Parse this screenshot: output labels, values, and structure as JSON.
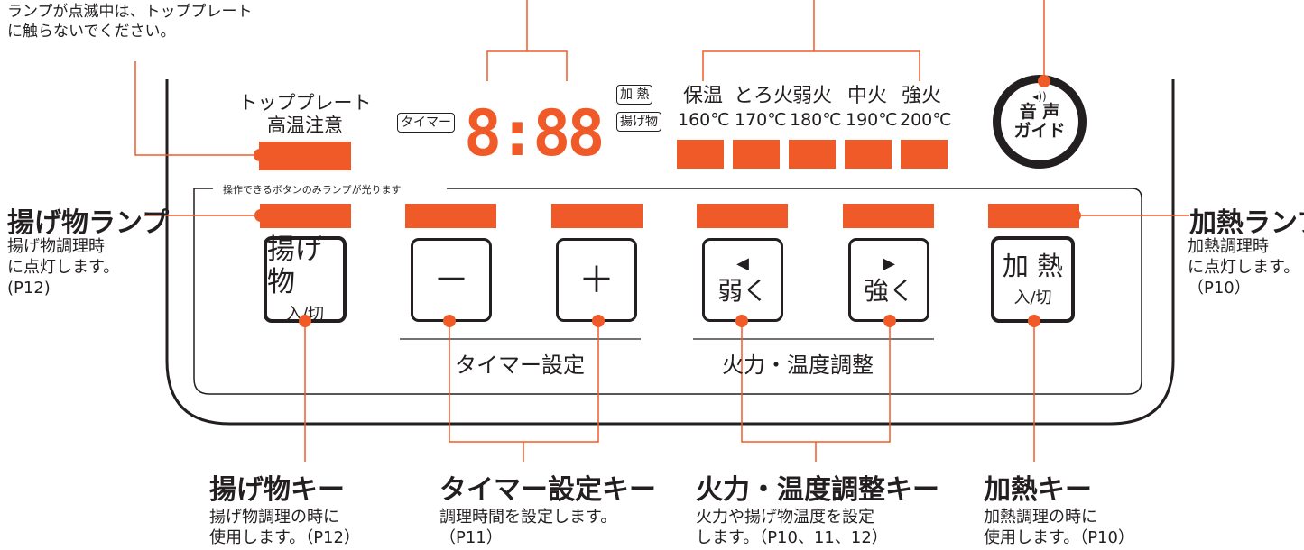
{
  "top_note": {
    "line1": "ランプが点滅中は、トッププレート",
    "line2": "に触らないでください。"
  },
  "hot_plate": {
    "line1": "トッププレート",
    "line2": "高温注意"
  },
  "timer_box_label": "タイマー",
  "timer_display": "8:88",
  "mode_labels": {
    "heat": "加 熱",
    "fry": "揚げ物"
  },
  "power_levels": [
    {
      "name": "保温",
      "temp": "160℃"
    },
    {
      "name": "とろ火",
      "temp": "170℃"
    },
    {
      "name": "弱火",
      "temp": "180℃"
    },
    {
      "name": "中火",
      "temp": "190℃"
    },
    {
      "name": "強火",
      "temp": "200℃"
    }
  ],
  "voice_guide": {
    "line1": "音 声",
    "line2": "ガイド",
    "icon": "speaker-icon"
  },
  "panel_note": "操作できるボタンのみランプが光ります",
  "keys": {
    "fry": {
      "main": "揚げ物",
      "sub": "入/切"
    },
    "minus": {
      "main": "－"
    },
    "plus": {
      "main": "＋"
    },
    "weak": {
      "arrow": "◀",
      "main": "弱く"
    },
    "strong": {
      "arrow": "▶",
      "main": "強く"
    },
    "heat": {
      "main": "加 熱",
      "sub": "入/切"
    }
  },
  "group_labels": {
    "timer": "タイマー設定",
    "power": "火力・温度調整"
  },
  "side_callouts": {
    "fry_lamp": {
      "title": "揚げ物ランプ",
      "desc": "揚げ物調理時\nに点灯します。\n(P12)"
    },
    "heat_lamp": {
      "title": "加熱ランプ",
      "desc": "加熱調理時\nに点灯します。\n（P10）"
    }
  },
  "bottom_callouts": {
    "fry_key": {
      "title": "揚げ物キー",
      "desc": "揚げ物調理の時に\n使用します。（P12）"
    },
    "timer_key": {
      "title": "タイマー設定キー",
      "desc": "調理時間を設定します。\n（P11）"
    },
    "power_key": {
      "title": "火力・温度調整キー",
      "desc": "火力や揚げ物温度を設定\nします。（P10、11、12）"
    },
    "heat_key": {
      "title": "加熱キー",
      "desc": "加熱調理の時に\n使用します。（P10）"
    }
  },
  "colors": {
    "lamp": "#f05a28",
    "ink": "#231f20"
  }
}
